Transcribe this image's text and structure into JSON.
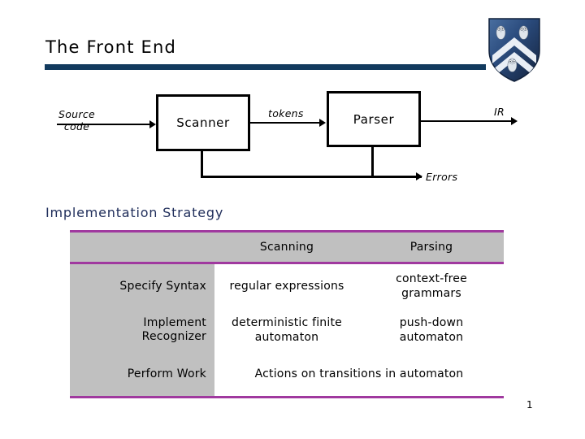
{
  "slide": {
    "title": "The Front End",
    "page_number": "1",
    "accent_blue": "#123a5e",
    "accent_purple": "#a0399f",
    "header_gray": "#c0c0c0",
    "heading_navy": "#1f2d5a"
  },
  "logo": {
    "name": "rice-university-shield",
    "alt": "Rice University shield with three owls and chevrons"
  },
  "diagram": {
    "boxes": [
      {
        "id": "scanner",
        "label": "Scanner"
      },
      {
        "id": "parser",
        "label": "Parser"
      }
    ],
    "labels": {
      "source_line1": "Source",
      "source_line2": "code",
      "tokens": "tokens",
      "ir": "IR",
      "errors": "Errors"
    }
  },
  "strategy": {
    "heading": "Implementation Strategy",
    "columns": [
      "",
      "Scanning",
      "Parsing"
    ],
    "rows": [
      {
        "label": "Specify Syntax",
        "scanning": "regular expressions",
        "parsing_line1": "context-free",
        "parsing_line2": "grammars"
      },
      {
        "label_line1": "Implement",
        "label_line2": "Recognizer",
        "scanning_line1": "deterministic finite",
        "scanning_line2": "automaton",
        "parsing_line1": "push-down",
        "parsing_line2": "automaton"
      },
      {
        "label": "Perform Work",
        "spanned": "Actions on transitions in automaton"
      }
    ]
  }
}
